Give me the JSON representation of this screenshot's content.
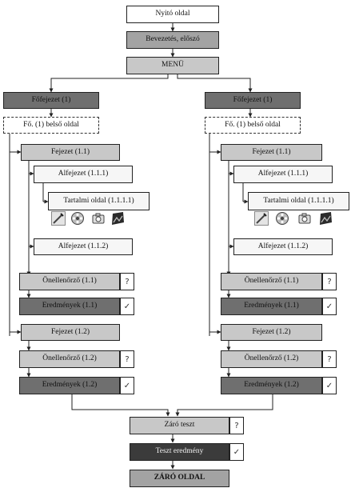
{
  "nodes": {
    "start": "Nyitó oldal",
    "intro": "Bevezetés, előszó",
    "menu": "MENÜ",
    "final_test": "Záró teszt",
    "test_result": "Teszt eredmény",
    "end": "ZÁRÓ OLDAL"
  },
  "branch": {
    "chapter": "Főfejezet (1)",
    "chapter_inner": "Fő. (1) belső oldal",
    "section_1": "Fejezet (1.1)",
    "subsection_1": "Alfejezet (1.1.1)",
    "content_page": "Tartalmi oldal (1.1.1.1)",
    "subsection_2": "Alfejezet (1.1.2)",
    "self_check_1": "Önellenőrző (1.1)",
    "results_1": "Eredmények (1.1)",
    "section_2": "Fejezet (1.2)",
    "self_check_2": "Önellenőrző (1.2)",
    "results_2": "Eredmények (1.2)"
  },
  "markers": {
    "question": "?",
    "check": "✓"
  },
  "icons": [
    "edit-icon",
    "film-reel-icon",
    "camera-icon",
    "image-icon"
  ]
}
